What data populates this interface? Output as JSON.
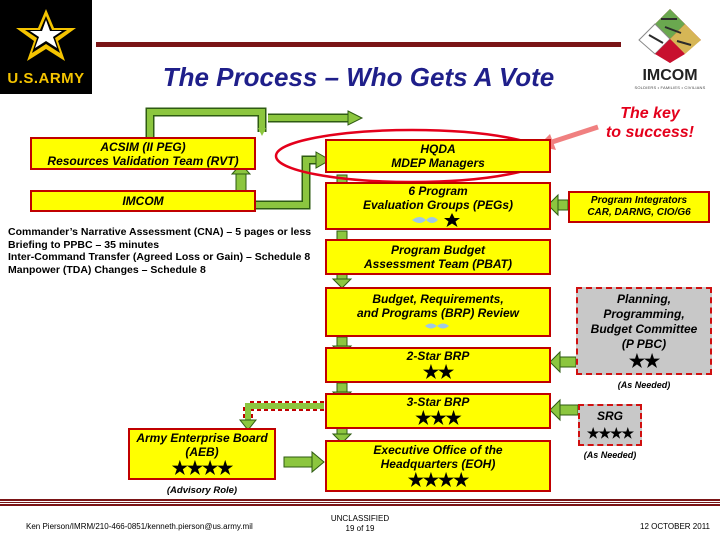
{
  "header": {
    "army_logo_text": "U.S.ARMY",
    "title": "The Process – Who Gets A Vote",
    "imcom_logo_text": "IMCOM",
    "imcom_logo_sub": "SOLDIERS • FAMILIES • CIVILIANS"
  },
  "callout": {
    "line1": "The key",
    "line2": "to success!"
  },
  "left": {
    "acsim_line1": "ACSIM (II PEG)",
    "acsim_line2": "Resources Validation Team (RVT)",
    "imcom": "IMCOM",
    "notes": [
      "Commander’s Narrative Assessment (CNA) – 5 pages or less",
      "Briefing to PPBC – 35 minutes",
      "Inter-Command Transfer (Agreed Loss or Gain) – Schedule 8",
      "Manpower (TDA) Changes – Schedule 8"
    ],
    "aeb_line1": "Army Enterprise Board",
    "aeb_line2": "(AEB)",
    "aeb_stars": "★★★★",
    "aeb_role": "(Advisory Role)"
  },
  "center": {
    "hqda_line1": "HQDA",
    "hqda_line2": "MDEP Managers",
    "peg_line1": "6 Program",
    "peg_line2": "Evaluation Groups (PEGs)",
    "pbat_line1": "Program Budget",
    "pbat_line2": "Assessment Team (PBAT)",
    "brp_line1": "Budget, Requirements,",
    "brp_line2": "and Programs (BRP)  Review",
    "two_star": "2-Star BRP",
    "two_star_stars": "★★",
    "three_star": "3-Star BRP",
    "three_star_stars": "★★★",
    "eoh_line1": "Executive Office of the",
    "eoh_line2": "Headquarters (EOH)",
    "eoh_stars": "★★★★"
  },
  "right": {
    "integrators_line1": "Program Integrators",
    "integrators_line2": "CAR, DARNG, CIO/G6",
    "ppbc_line1": "Planning,",
    "ppbc_line2": "Programming,",
    "ppbc_line3": "Budget Committee",
    "ppbc_line4": "(P PBC)",
    "ppbc_stars": "★★",
    "ppbc_note": "(As Needed)",
    "srg": "SRG",
    "srg_stars": "★★★★",
    "srg_note": "(As Needed)"
  },
  "footer": {
    "author": "Ken Pierson/IMRM/210-466-0851/kenneth.pierson@us.army.mil",
    "classification": "UNCLASSIFIED",
    "page": "19 of 19",
    "date": "12 OCTOBER 2011"
  },
  "colors": {
    "box_fill": "#ffff00",
    "box_border": "#c00000",
    "arrow_green": "#8cc63f",
    "title_blue": "#1f1f8a",
    "callout_red": "#e4001b",
    "maroon": "#7a1416"
  }
}
